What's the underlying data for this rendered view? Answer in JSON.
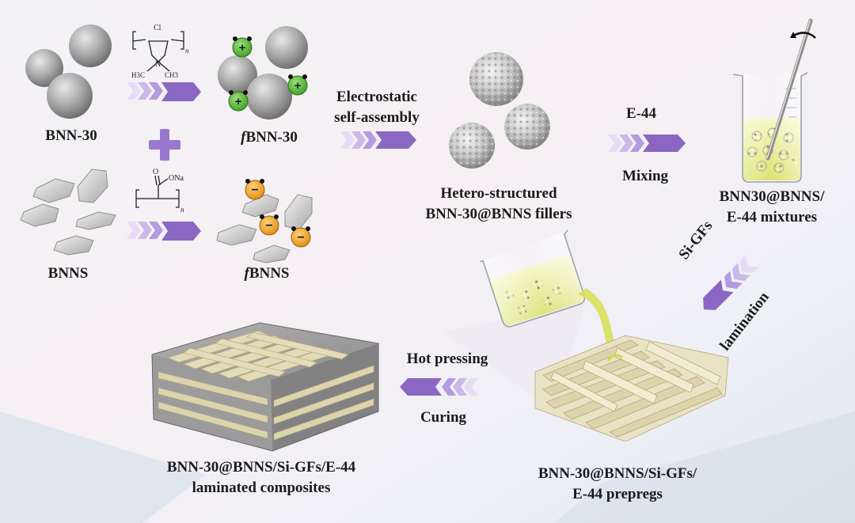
{
  "labels": {
    "bnn30": "BNN-30",
    "fbnn30_prefix": "f",
    "fbnn30_rest": "BNN-30",
    "bnns": "BNNS",
    "fbnns_prefix": "f",
    "fbnns_rest": "BNNS",
    "electrostatic_line1": "Electrostatic",
    "electrostatic_line2": "self-assembly",
    "hetero_line1": "Hetero-structured",
    "hetero_line2": "BNN-30@BNNS fillers",
    "e44": "E-44",
    "mixing": "Mixing",
    "mixture_line1": "BNN30@BNNS/",
    "mixture_line2": "E-44 mixtures",
    "sigfs": "Si-GFs",
    "lamination": "lamination",
    "hot_pressing": "Hot pressing",
    "curing": "Curing",
    "prepreg_line1": "BNN-30@BNNS/Si-GFs/",
    "prepreg_line2": "E-44 prepregs",
    "composite_line1": "BNN-30@BNNS/Si-GFs/E-44",
    "composite_line2": "laminated composites"
  },
  "chem": {
    "cl_label": "Cl",
    "n_label": "N",
    "ch3_left": "H3C",
    "ch3_right": "CH3",
    "subscript_n": "n",
    "ona_label": "ONa",
    "o_label": "O",
    "plus_sign": "+",
    "minus_sign": "−"
  },
  "colors": {
    "arrow_purple": "#8a67c2",
    "arrow_light": "#d6c8ee",
    "positive_green": "#5bbd3a",
    "negative_orange": "#f2a31c",
    "sphere_gray": "#a7a7a7",
    "resin_yellow": "#e6ea7a",
    "fiber_beige": "#e4dcb8"
  }
}
